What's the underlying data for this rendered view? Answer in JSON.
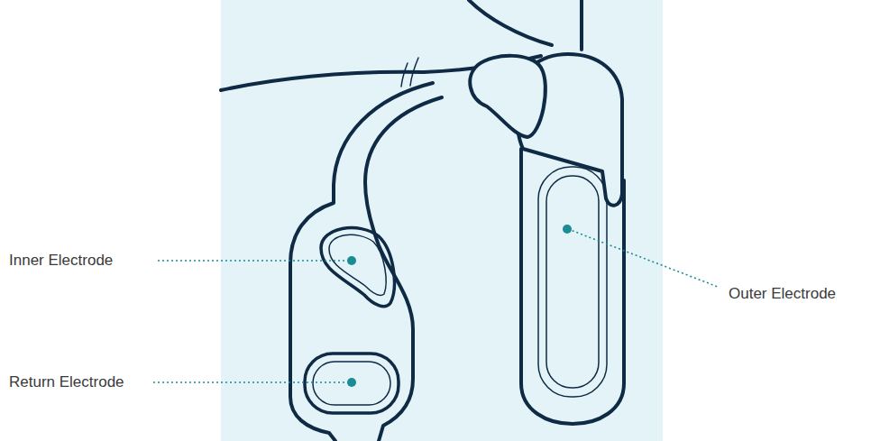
{
  "diagram": {
    "labels": [
      "Inner Electrode",
      "Outer Electrode",
      "Return Electrode"
    ]
  }
}
